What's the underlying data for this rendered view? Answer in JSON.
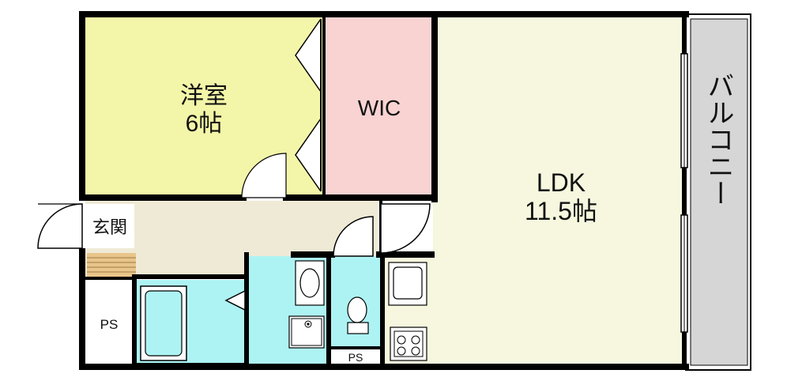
{
  "rooms": {
    "western_room": {
      "name": "洋室",
      "size": "6帖"
    },
    "wic": {
      "name": "WIC"
    },
    "ldk": {
      "name": "LDK",
      "size": "11.5帖"
    },
    "entrance": {
      "name": "玄関"
    },
    "balcony": {
      "name": "バルコニー"
    },
    "ps_left": {
      "name": "PS"
    },
    "ps_bottom": {
      "name": "PS"
    }
  },
  "colors": {
    "western_room": "#f3f5a8",
    "wic": "#f8d3d2",
    "ldk": "#f6f7de",
    "hall": "#efead6",
    "wet_area": "#aef3f3",
    "balcony": "#d6d6d6",
    "floorboard": "#e9c58b",
    "wall": "#000000"
  }
}
